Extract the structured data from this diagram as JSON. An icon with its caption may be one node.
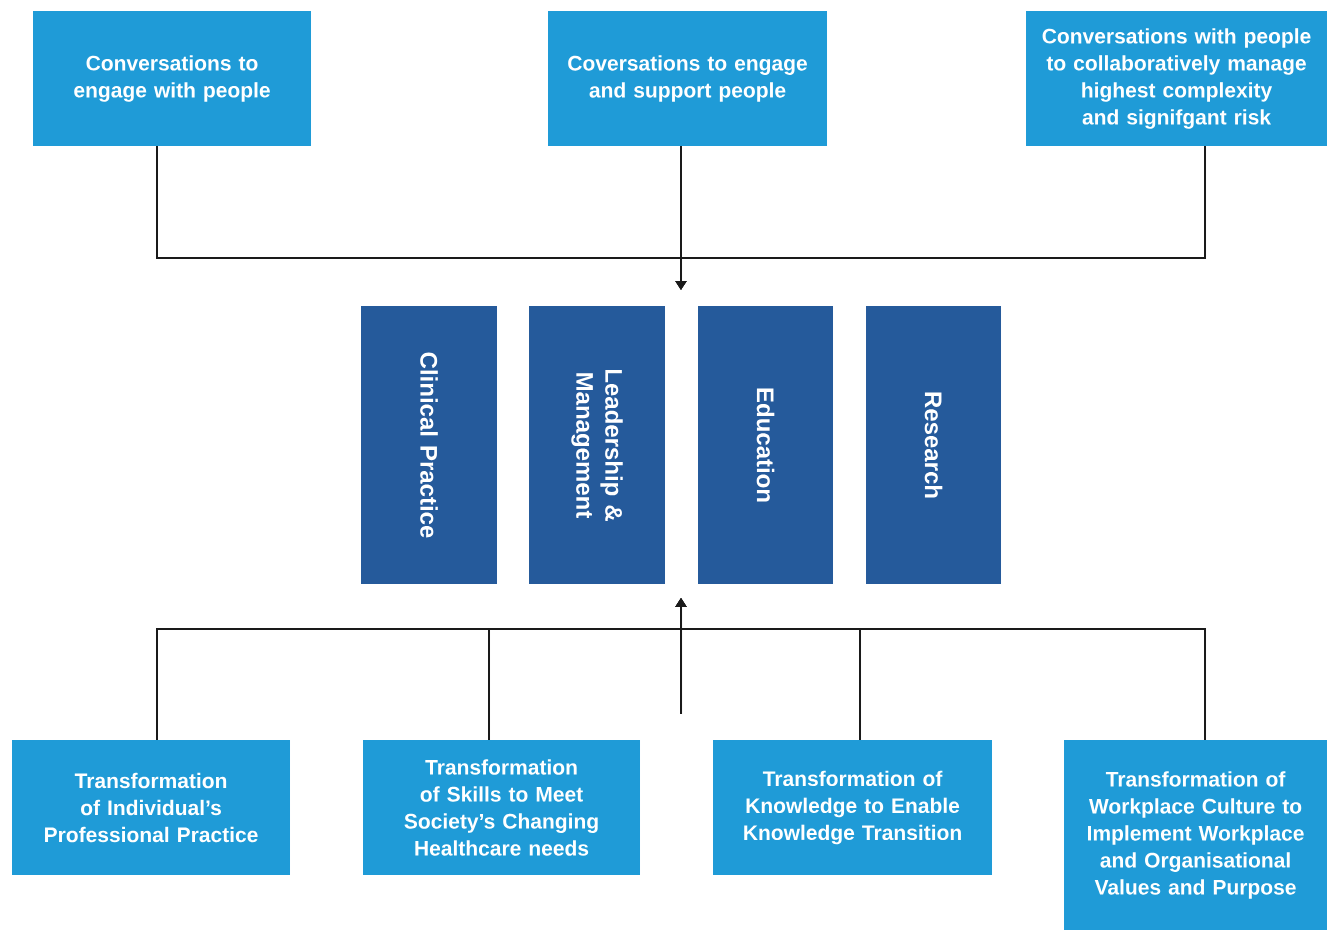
{
  "diagram": {
    "nodes": [
      {
        "text": [
          "Conversations to engage with people"
        ]
      },
      {
        "text": [
          "Coversations to engage and support people"
        ]
      },
      {
        "text": [
          "Conversations with people to collaboratively manage highest complexity and signifgant risk"
        ]
      },
      {
        "text": [
          "Clinical Practice"
        ]
      },
      {
        "text": [
          "Leadership & Management"
        ]
      },
      {
        "text": [
          "Education"
        ]
      },
      {
        "text": [
          "Research"
        ]
      },
      {
        "text": [
          "Transformation of Individual’s Professional Practice"
        ]
      },
      {
        "text": [
          "Transformation of Skills to Meet Society’s Changing Healthcare needs"
        ]
      },
      {
        "text": [
          "Transformation of Knowledge to Enable Knowledge Transition"
        ]
      },
      {
        "text": [
          "Transformation of Workplace Culture to Implement Workplace and Organisational Values and Purpose"
        ]
      }
    ],
    "edges": [
      {
        "from": 0,
        "to": null,
        "arrow": "to"
      },
      {
        "from": 1,
        "to": null,
        "arrow": "to"
      },
      {
        "from": 2,
        "to": null,
        "arrow": "to"
      },
      {
        "from": 7,
        "to": null,
        "arrow": "to"
      },
      {
        "from": 8,
        "to": null,
        "arrow": "to"
      },
      {
        "from": 9,
        "to": null,
        "arrow": "to"
      },
      {
        "from": 10,
        "to": null,
        "arrow": "to"
      }
    ]
  }
}
